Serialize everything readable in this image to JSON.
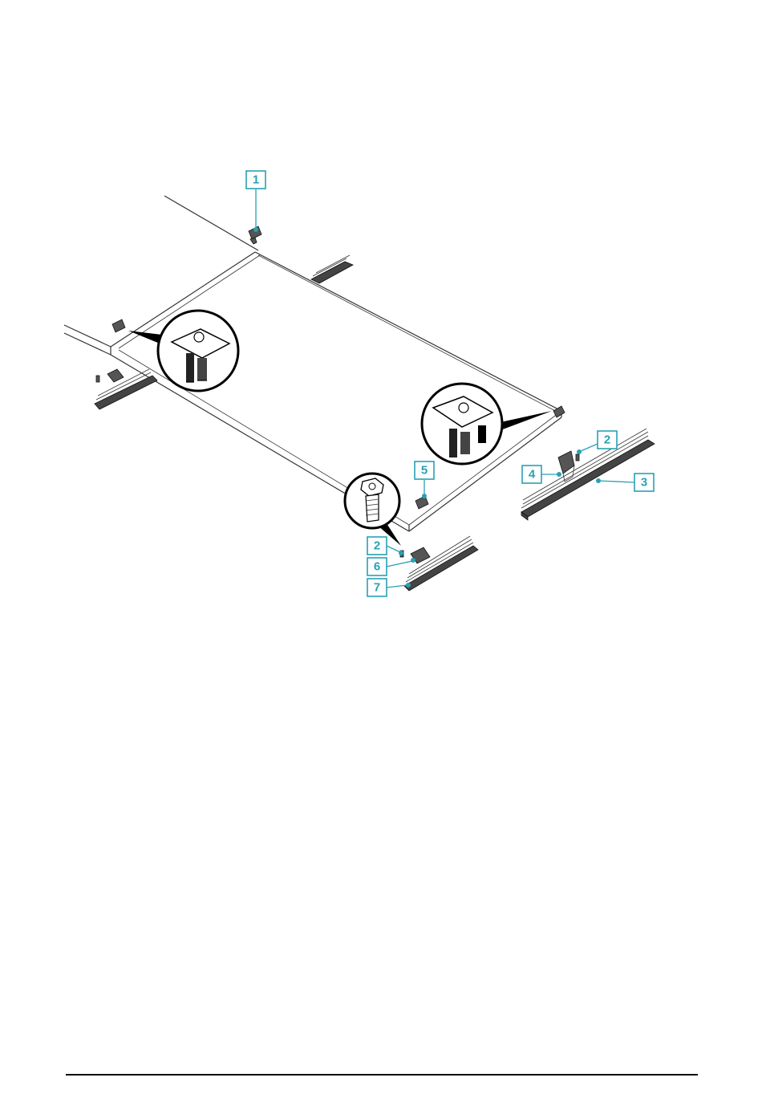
{
  "diagram": {
    "accent_color": "#27a2b4",
    "callouts": [
      {
        "id": "c1",
        "label": "1"
      },
      {
        "id": "c2a",
        "label": "2"
      },
      {
        "id": "c4",
        "label": "4"
      },
      {
        "id": "c3",
        "label": "3"
      },
      {
        "id": "c5",
        "label": "5"
      },
      {
        "id": "c2b",
        "label": "2"
      },
      {
        "id": "c6",
        "label": "6"
      },
      {
        "id": "c7",
        "label": "7"
      }
    ],
    "detail_views": [
      {
        "name": "mid-clamp-detail",
        "icon": "mid-clamp-icon"
      },
      {
        "name": "end-clamp-detail",
        "icon": "end-clamp-icon"
      },
      {
        "name": "bolt-detail",
        "icon": "hex-bolt-icon"
      }
    ]
  }
}
